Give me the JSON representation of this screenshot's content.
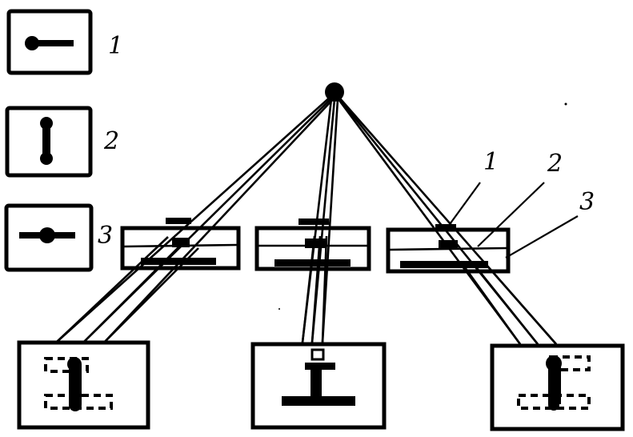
{
  "legend": {
    "items": [
      {
        "number": "1",
        "icon": "point-source-slit-horizontal-icon"
      },
      {
        "number": "2",
        "icon": "point-source-slit-vertical-icon"
      },
      {
        "number": "3",
        "icon": "point-source-slit-crossed-icon"
      }
    ]
  },
  "callouts": [
    {
      "number": "1"
    },
    {
      "number": "2"
    },
    {
      "number": "3"
    }
  ],
  "colors": {
    "ink": "#000000",
    "background": "#ffffff"
  }
}
